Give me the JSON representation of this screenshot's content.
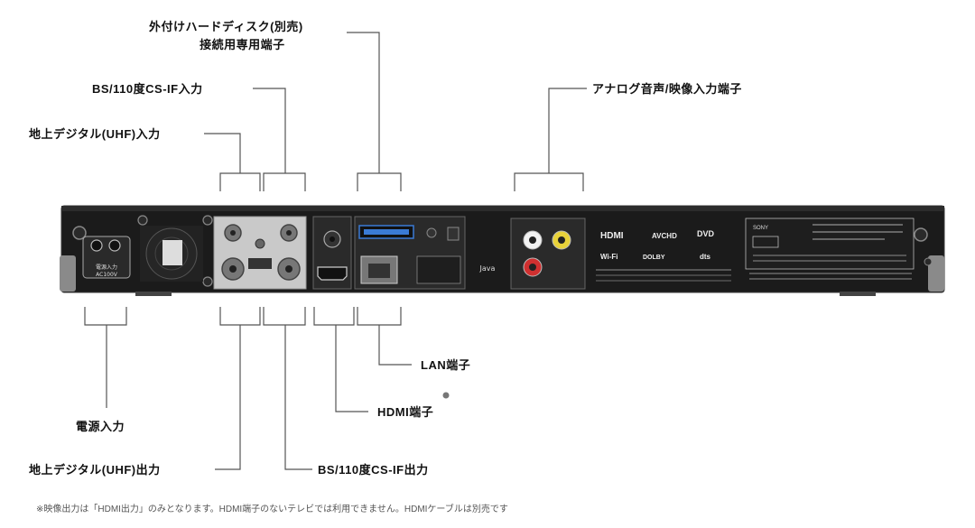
{
  "labels": {
    "hdd_port": [
      "外付けハードディスク(別売)",
      "接続用専用端子"
    ],
    "bs_cs_in": "BS/110度CS-IF入力",
    "uhf_in": "地上デジタル(UHF)入力",
    "av_in": "アナログ音声/映像入力端子",
    "power_in": "電源入力",
    "uhf_out": "地上デジタル(UHF)出力",
    "bs_cs_out": "BS/110度CS-IF出力",
    "lan": "LAN端子",
    "hdmi": "HDMI端子"
  },
  "note": "※映像出力は「HDMI出力」のみとなります。HDMI端子のないテレビでは利用できません。HDMIケーブルは別売です",
  "panel_marks": {
    "power": "電源入力",
    "power_voltage": "AC100V",
    "hdmi_logo": "HDMI",
    "avchd_logo": "AVCHD",
    "dvd_logo": "DVD",
    "wifi_logo": "Wi-Fi",
    "dolby_logo": "DOLBY",
    "dts_logo": "dts",
    "java_logo": "Java",
    "sony_logo": "SONY"
  },
  "colors": {
    "panel": "#1b1b1b",
    "panel_edge": "#3a3a3a",
    "rca_video": "#e8d23a",
    "rca_audio_l": "#f2f2f2",
    "rca_audio_r": "#d03030",
    "lan_port": "#3a7bd5",
    "leader_line": "#555555"
  }
}
